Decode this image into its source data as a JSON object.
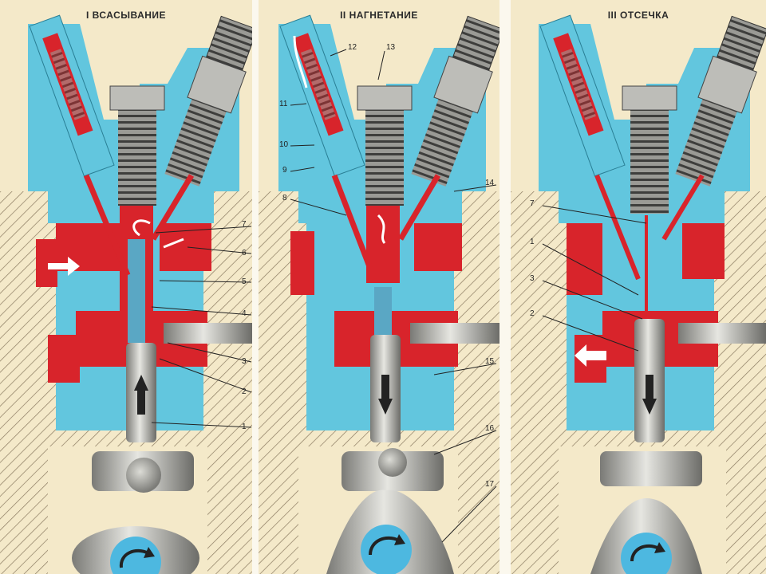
{
  "panels": [
    {
      "title": "I ВСАСЫВАНИЕ",
      "labels": [
        "7",
        "6",
        "5",
        "4",
        "3",
        "2",
        "1"
      ]
    },
    {
      "title": "II НАГНЕТАНИЕ",
      "labels": [
        "12",
        "13",
        "11",
        "10",
        "9",
        "8",
        "14",
        "15",
        "16",
        "17"
      ]
    },
    {
      "title": "III ОТСЕЧКА",
      "labels": [
        "7",
        "1",
        "3",
        "2"
      ]
    }
  ],
  "colors": {
    "paper": "#f4e9c9",
    "hatch": "#8a7a60",
    "body_blue": "#62c6de",
    "fuel_red": "#d8242b",
    "metal_light": "#d4d4cf",
    "metal_dark": "#555552",
    "cam_blue": "#4db8e0"
  },
  "icons": {
    "flow_arrow": "arrow-icon",
    "plunger_down": "down-arrow-icon",
    "plunger_up": "up-arrow-icon",
    "cam_rotation": "rotation-arrow-icon"
  }
}
